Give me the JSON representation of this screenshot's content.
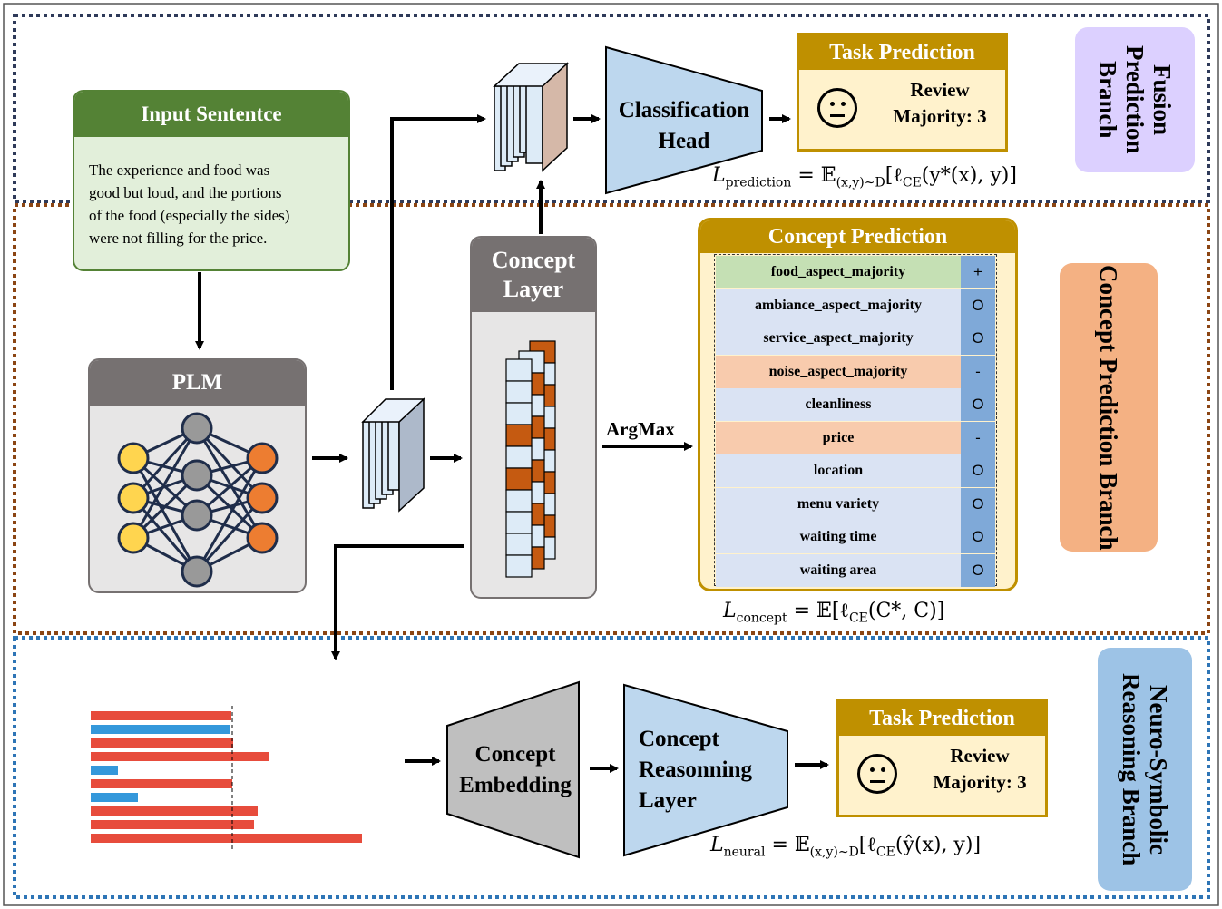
{
  "branches": {
    "fusion": "Fusion Prediction Branch",
    "concept": "Concept Prediction Branch",
    "neuro_symbolic": "Neuro-Symbolic Reasoning Branch"
  },
  "input": {
    "title": "Input Sententce",
    "lines": [
      "The experience and food was",
      "good but loud, and the portions",
      "of the food (especially the sides)",
      "were not filling for the price."
    ]
  },
  "plm": {
    "title": "PLM"
  },
  "concept_layer": {
    "title_line1": "Concept",
    "title_line2": "Layer"
  },
  "classification_head": {
    "line1": "Classification",
    "line2": "Head"
  },
  "task_prediction_top": {
    "title": "Task Prediction",
    "line1": "Review",
    "line2": "Majority: 3"
  },
  "task_prediction_bottom": {
    "title": "Task Prediction",
    "line1": "Review",
    "line2": "Majority: 3"
  },
  "argmax": "ArgMax",
  "concept_prediction": {
    "title": "Concept Prediction",
    "rows": [
      {
        "name": "food_aspect_majority",
        "value": "+",
        "color": "#c5e0b4"
      },
      {
        "name": "ambiance_aspect_majority",
        "value": "O",
        "color": "#dae3f3"
      },
      {
        "name": "service_aspect_majority",
        "value": "O",
        "color": "#dae3f3"
      },
      {
        "name": "noise_aspect_majority",
        "value": "-",
        "color": "#f8cbad"
      },
      {
        "name": "cleanliness",
        "value": "O",
        "color": "#dae3f3"
      },
      {
        "name": "price",
        "value": "-",
        "color": "#f8cbad"
      },
      {
        "name": "location",
        "value": "O",
        "color": "#dae3f3"
      },
      {
        "name": "menu variety",
        "value": "O",
        "color": "#dae3f3"
      },
      {
        "name": "waiting time",
        "value": "O",
        "color": "#dae3f3"
      },
      {
        "name": "waiting area",
        "value": "O",
        "color": "#dae3f3"
      }
    ]
  },
  "fc_layer": {
    "title": "FC Layer"
  },
  "concept_embedding": {
    "line1": "Concept",
    "line2": "Embedding"
  },
  "concept_reasoning": {
    "line1": "Concept",
    "line2": "Reasonning",
    "line3": "Layer"
  },
  "losses": {
    "prediction": {
      "symbol": "L",
      "sub": "prediction",
      "body": " = 𝔼",
      "esub": "(x,y)∼D",
      "rest": "[ℓ",
      "ce": "CE",
      "args": "(y*(x), y)]"
    },
    "concept": {
      "symbol": "L",
      "sub": "concept",
      "body": " = 𝔼",
      "esub": "",
      "rest": "[ℓ",
      "ce": "CE",
      "args": "(C*, C)]"
    },
    "neural": {
      "symbol": "L",
      "sub": "neural",
      "body": " = 𝔼",
      "esub": "(x,y)∼D",
      "rest": "[ℓ",
      "ce": "CE",
      "args": "(ŷ(x), y)]"
    }
  },
  "colors": {
    "green_header": "#548235",
    "green_body": "#e2efda",
    "gray_header": "#767171",
    "gray_body": "#e7e6e6",
    "gold": "#bf9000",
    "cream": "#fff2cc",
    "blue_trap": "#bdd7ee",
    "orange": "#c55a11",
    "red_bar": "#e74c3c",
    "blue_bar": "#3498db",
    "purple": "#dcd0ff",
    "salmon": "#f4b183",
    "branch_blue": "#9dc3e6"
  }
}
